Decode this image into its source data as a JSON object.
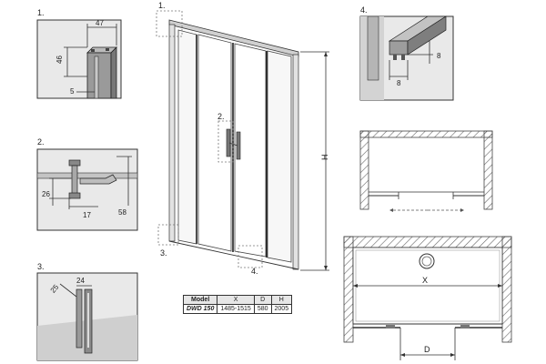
{
  "details": {
    "d1": {
      "label": "1.",
      "dims": [
        "47",
        "46",
        "5"
      ]
    },
    "d2": {
      "label": "2.",
      "dims": [
        "26",
        "17",
        "58"
      ]
    },
    "d3": {
      "label": "3.",
      "dims": [
        "25",
        "24"
      ]
    },
    "d4": {
      "label": "4.",
      "dims": [
        "8",
        "8"
      ]
    }
  },
  "main_view": {
    "callouts": [
      "1.",
      "2.",
      "3.",
      "4."
    ],
    "height_label": "H"
  },
  "plan_view": {
    "width_label": "X",
    "door_label": "D"
  },
  "spec_table": {
    "headers": [
      "Model",
      "X",
      "D",
      "H"
    ],
    "row": [
      "DWD 150",
      "1485-1515",
      "580",
      "2005"
    ]
  }
}
